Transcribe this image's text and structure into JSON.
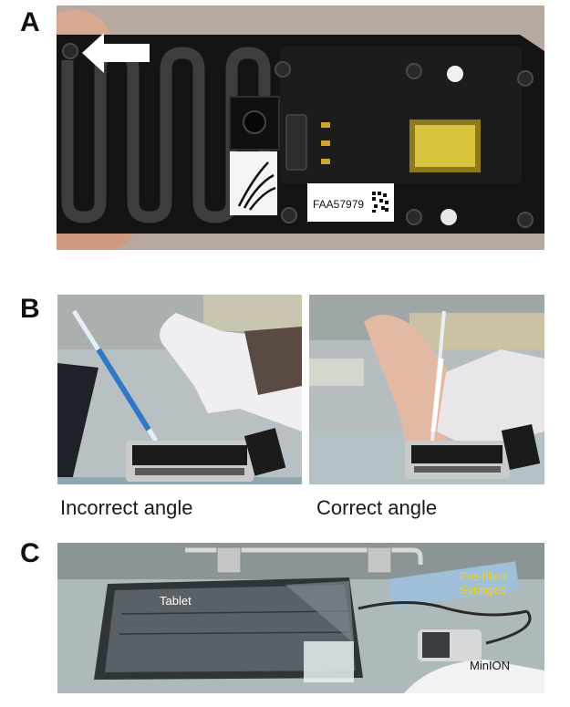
{
  "panels": {
    "a": {
      "letter": "A",
      "barcode_text": "FAA57979"
    },
    "b": {
      "letter": "B",
      "left_caption": "Incorrect angle",
      "right_caption": "Correct angle"
    },
    "c": {
      "letter": "C",
      "label_tablet": "Tablet",
      "label_syringes_1": "Pre-filled",
      "label_syringes_2": "Syringes",
      "label_minion": "MinION"
    }
  },
  "colors": {
    "label_yellow": "#f2d21a",
    "label_white": "#ffffff",
    "sensor_gold": "#d9c33a"
  }
}
